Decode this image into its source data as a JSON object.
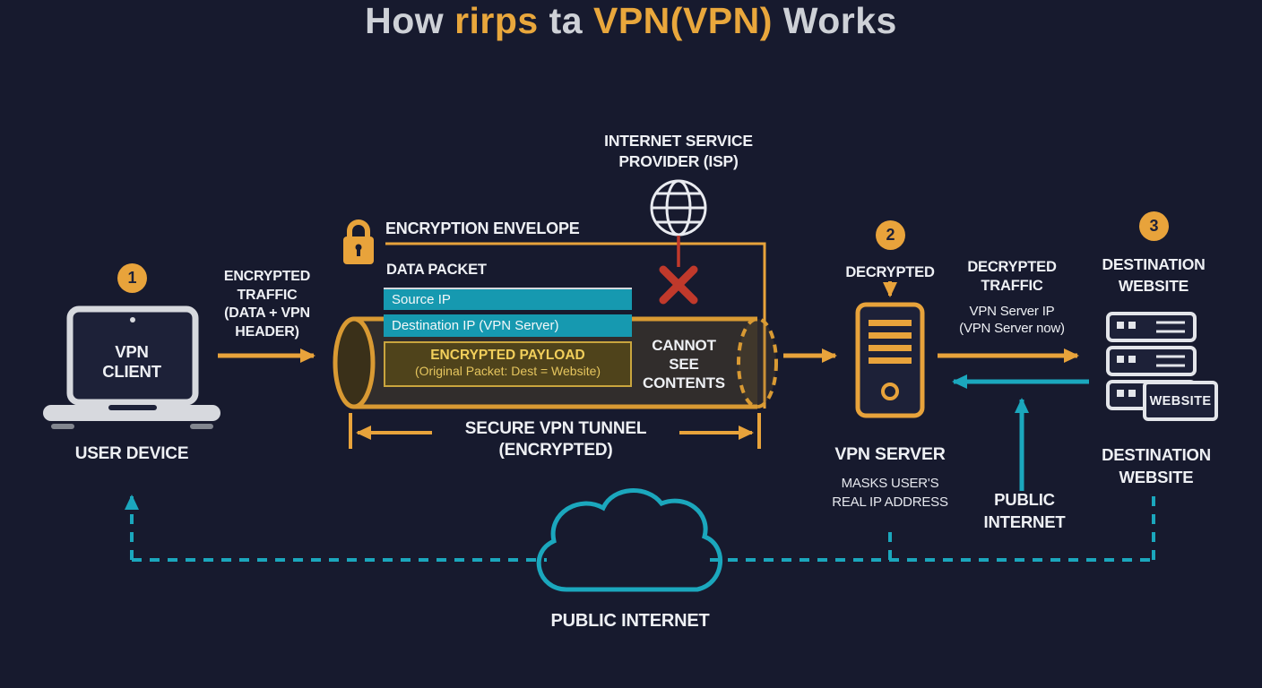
{
  "colors": {
    "background": "#171a2e",
    "orange": "#e8a33b",
    "teal": "#1ba7bd",
    "red": "#c0392b",
    "gold_text": "#f0cd5a",
    "light": "#eef0f4"
  },
  "title": {
    "s1": "How ",
    "s2": "rirps",
    "s3": " ta ",
    "s4": "VPN(VPN)",
    "s5": " Works"
  },
  "isp": {
    "label": "INTERNET SERVICE\nPROVIDER (ISP)"
  },
  "cannot_see": {
    "label": "CANNOT\nSEE\nCONTENTS"
  },
  "envelope": {
    "label": "ENCRYPTION ENVELOPE"
  },
  "packet": {
    "header": "DATA PACKET",
    "source": "Source IP",
    "destination": "Destination IP (VPN Server)",
    "payload_title": "ENCRYPTED PAYLOAD",
    "payload_sub": "(Original Packet: Dest = Website)"
  },
  "tunnel": {
    "label": "SECURE VPN TUNNEL\n(ENCRYPTED)"
  },
  "user": {
    "badge": "1",
    "device_label": "VPN\nCLIENT",
    "caption": "USER DEVICE"
  },
  "flow_left": {
    "label": "ENCRYPTED\nTRAFFIC\n(DATA + VPN\nHEADER)"
  },
  "server": {
    "badge": "2",
    "status": "DECRYPTED",
    "caption": "VPN SERVER",
    "note": "MASKS USER'S\nREAL IP ADDRESS"
  },
  "flow_right": {
    "title": "DECRYPTED\nTRAFFIC",
    "line2": "VPN Server IP",
    "line3": "(VPN Server now)"
  },
  "destination": {
    "badge": "3",
    "top_label": "DESTINATION\nWEBSITE",
    "box_label": "WEBSITE",
    "caption": "DESTINATION\nWEBSITE"
  },
  "internet": {
    "side_label": "PUBLIC\nINTERNET",
    "cloud_label": "PUBLIC INTERNET"
  }
}
